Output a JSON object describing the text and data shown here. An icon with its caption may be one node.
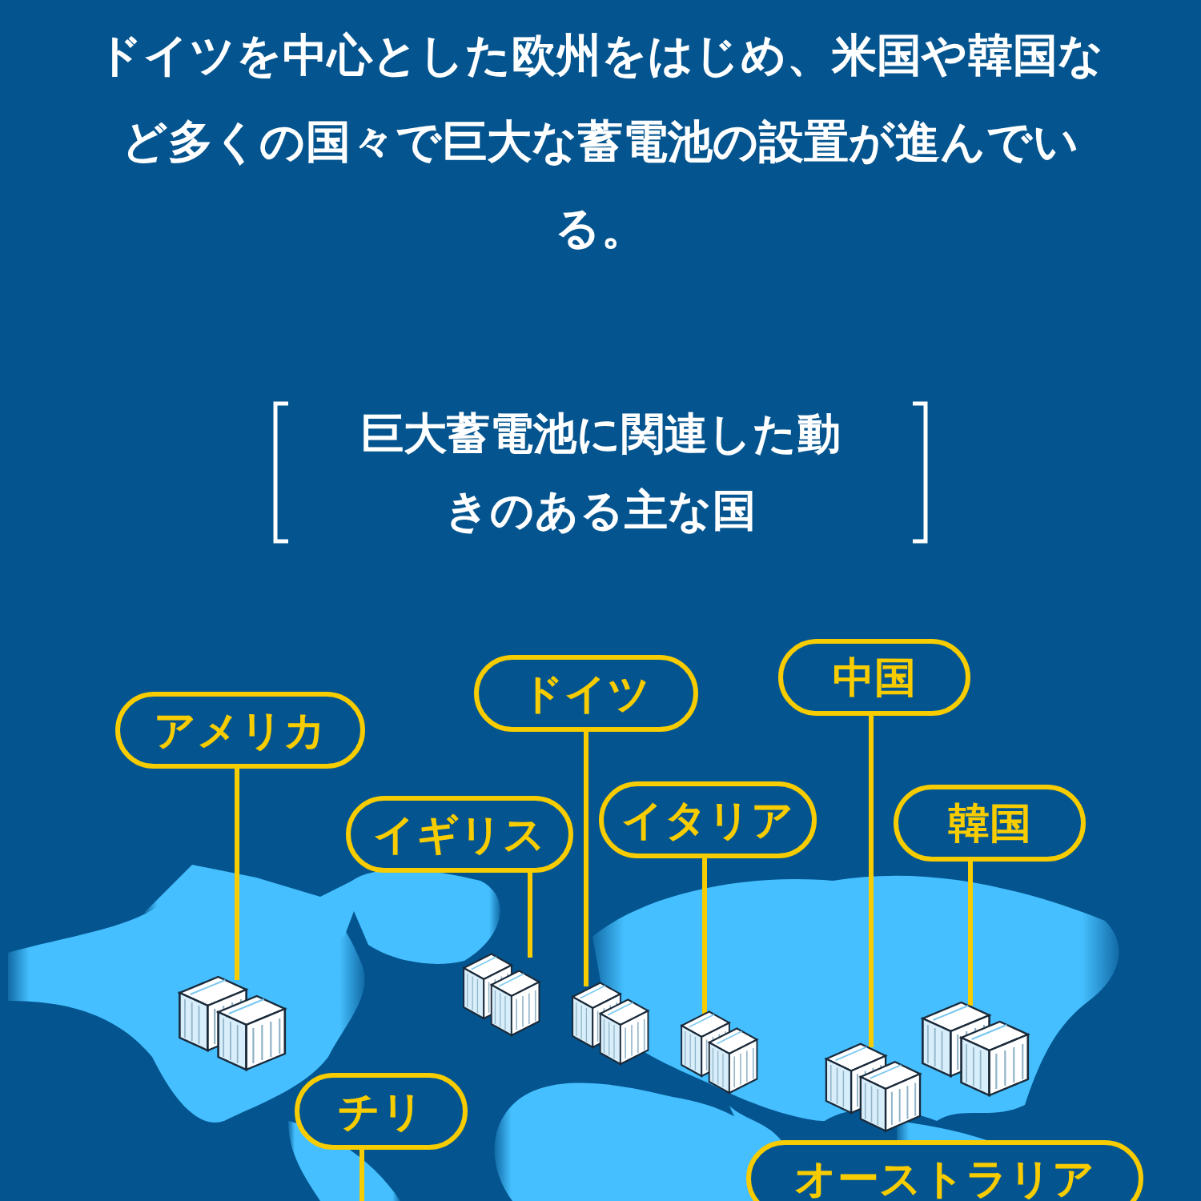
{
  "diagram": {
    "title": "巨大蓄電池に関連した動きのある主な国",
    "nodes": [
      {
        "text": [
          "アメリカ"
        ]
      },
      {
        "text": [
          "ドイツ"
        ]
      },
      {
        "text": [
          "中国"
        ]
      },
      {
        "text": [
          "イギリス"
        ]
      },
      {
        "text": [
          "イタリア"
        ]
      },
      {
        "text": [
          "韓国"
        ]
      },
      {
        "text": [
          "チリ"
        ]
      },
      {
        "text": [
          "オーストラリア"
        ]
      },
      {
        "text": [],
        "shape": "picture"
      },
      {
        "text": [],
        "shape": "picture"
      },
      {
        "text": [],
        "shape": "picture"
      },
      {
        "text": [],
        "shape": "picture"
      },
      {
        "text": [],
        "shape": "picture"
      },
      {
        "text": [],
        "shape": "picture"
      }
    ],
    "edges": [
      {
        "from": 0,
        "to": 8,
        "arrow": "none"
      },
      {
        "from": 3,
        "to": 9,
        "arrow": "none"
      },
      {
        "from": 1,
        "to": 10,
        "arrow": "none"
      },
      {
        "from": 4,
        "to": 11,
        "arrow": "none"
      },
      {
        "from": 2,
        "to": 12,
        "arrow": "none"
      },
      {
        "from": 5,
        "to": 13,
        "arrow": "none"
      },
      {
        "from": 6,
        "to": null,
        "arrow": "none"
      }
    ],
    "labels": [
      "ドイツを中心とした欧州をはじめ、米国や韓国など多くの国々で巨大な蓄電池の設置が進んでいる。"
    ]
  }
}
